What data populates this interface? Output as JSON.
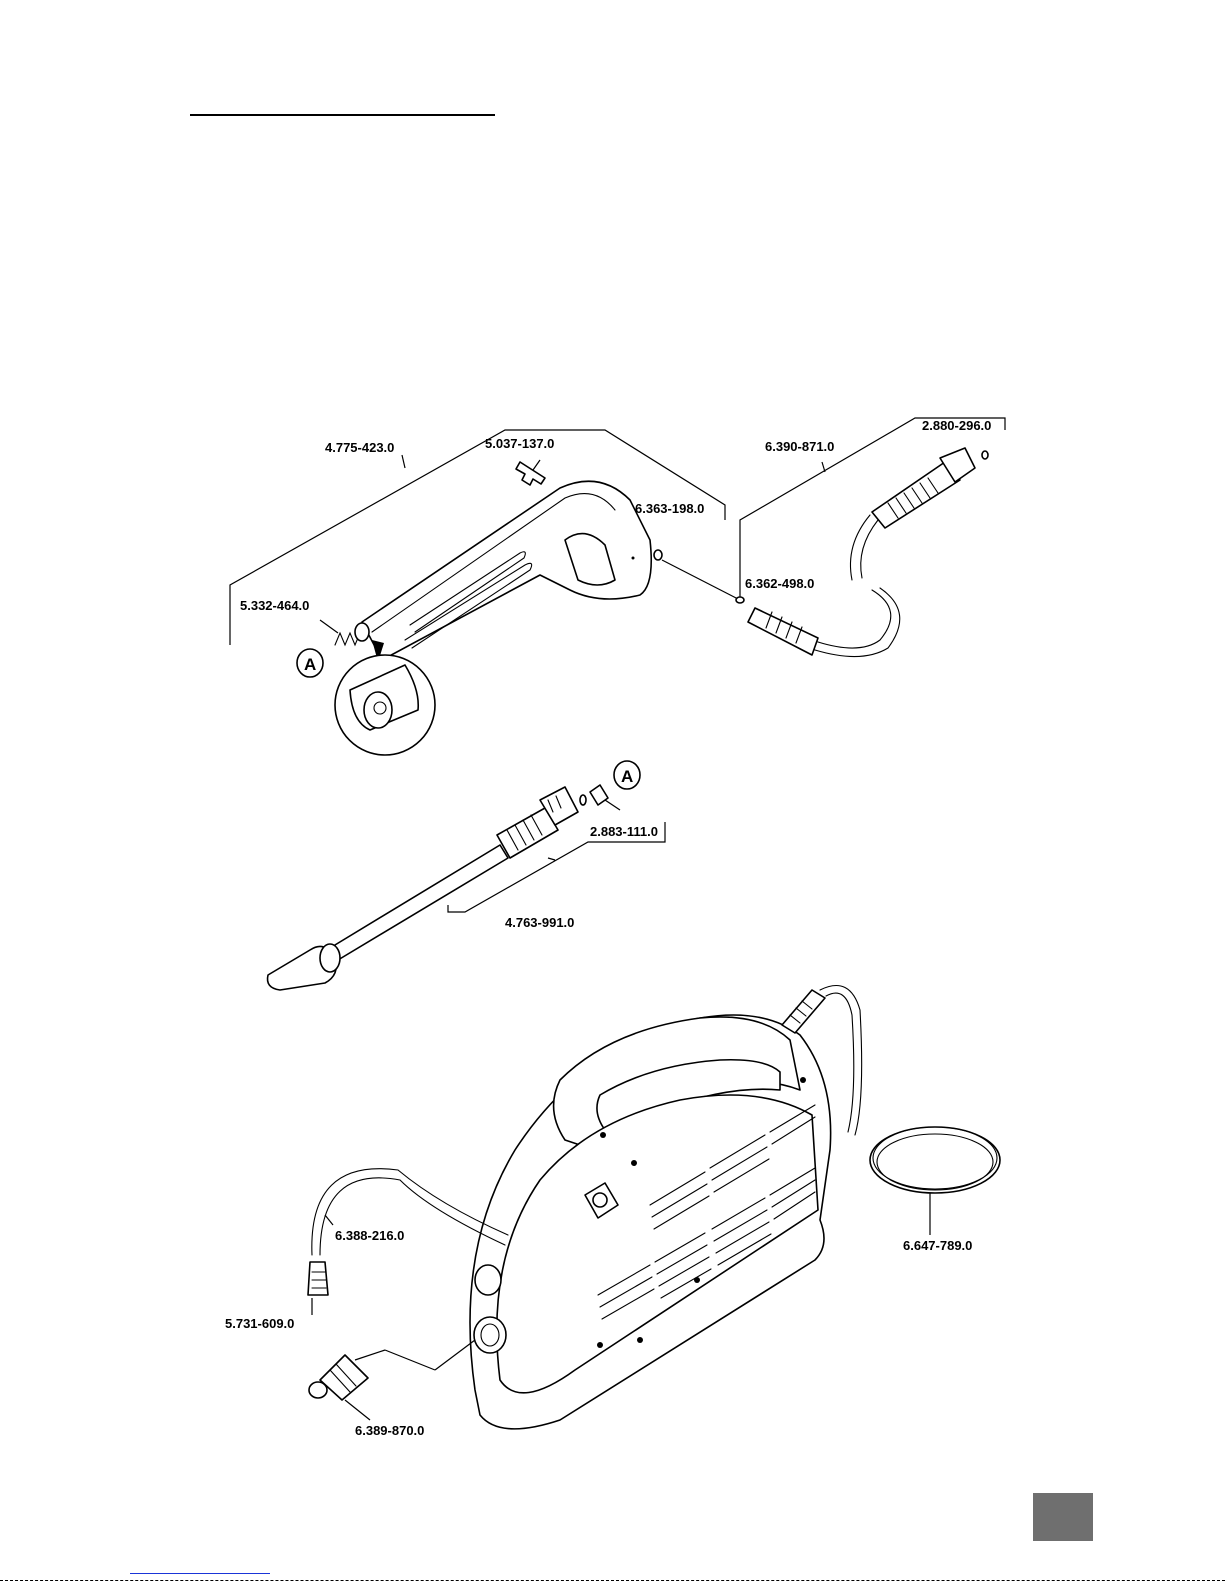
{
  "header": {
    "rule_color": "#000000"
  },
  "parts": {
    "p1": "4.775-423.0",
    "p2": "5.037-137.0",
    "p3": "6.363-198.0",
    "p4": "6.390-871.0",
    "p5": "2.880-296.0",
    "p6": "5.332-464.0",
    "p7": "6.362-498.0",
    "p8": "2.883-111.0",
    "p9": "4.763-991.0",
    "p10": "6.388-216.0",
    "p11": "5.731-609.0",
    "p12": "6.647-789.0",
    "p13": "6.389-870.0"
  },
  "callouts": {
    "a1": "A",
    "a2": "A"
  },
  "colors": {
    "page_tab": "#6f6f6f",
    "link": "#1a35d8"
  },
  "icons": [
    "detail-magnifier-icon",
    "callout-a-icon"
  ]
}
